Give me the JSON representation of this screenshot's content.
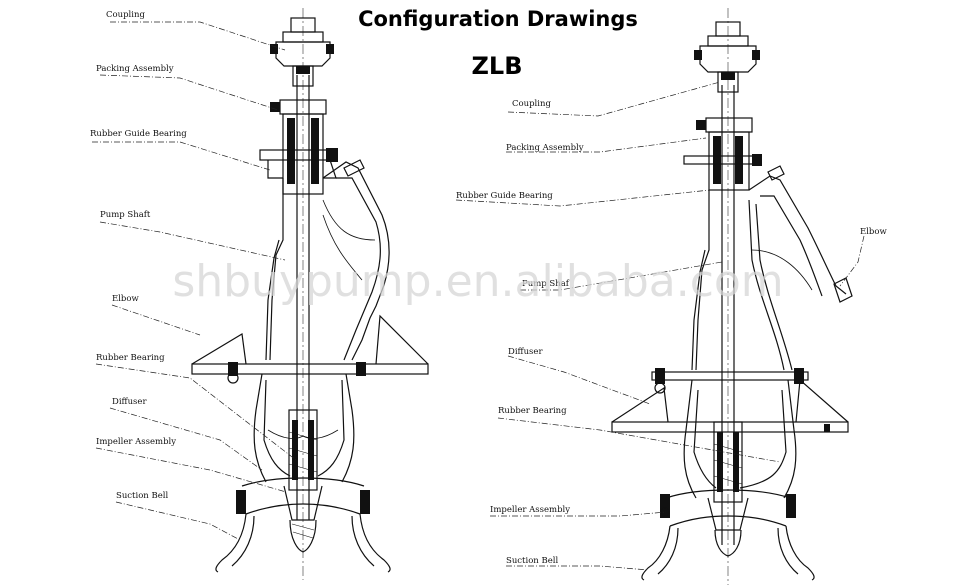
{
  "title": "Configuration Drawings",
  "model": "ZLB",
  "watermark": "shbuypump.en.alibaba.com",
  "left_labels": {
    "coupling": "Coupling",
    "packing": "Packing Assembly",
    "guide_bearing": "Rubber Guide Bearing",
    "shaft": "Pump Shaft",
    "elbow": "Elbow",
    "rubber_bearing": "Rubber Bearing",
    "diffuser": "Diffuser",
    "impeller": "Impeller Assembly",
    "suction_bell": "Suction Bell"
  },
  "right_labels": {
    "coupling": "Coupling",
    "packing": "Packing Assembly",
    "guide_bearing": "Rubber Guide Bearing",
    "elbow": "Elbow",
    "shaft": "Pump Shaf",
    "diffuser": "Diffuser",
    "rubber_bearing": "Rubber Bearing",
    "impeller": "Impeller Assembly",
    "suction_bell": "Suction Bell"
  }
}
